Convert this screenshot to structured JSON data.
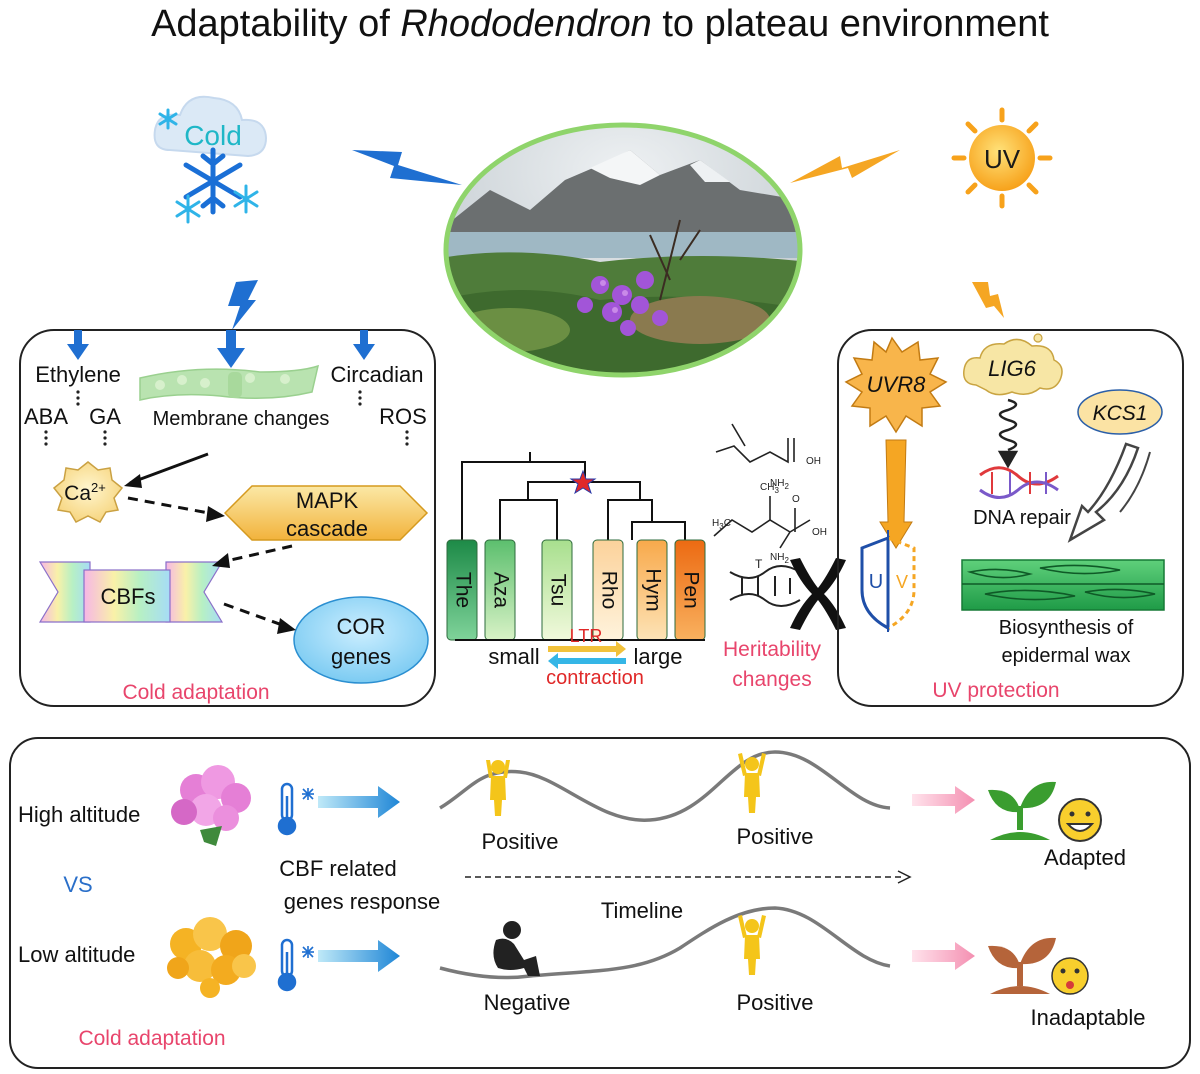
{
  "title": {
    "prefix": "Adaptability of ",
    "italic": "Rhododendron",
    "suffix": " to plateau environment"
  },
  "stress_icons": {
    "cold": "Cold",
    "uv": "UV"
  },
  "cold_panel": {
    "signals": [
      "Ethylene",
      "ABA",
      "GA",
      "Circadian",
      "ROS"
    ],
    "membrane": "Membrane changes",
    "calcium_base": "Ca",
    "calcium_sup": "2+",
    "mapk_line1": "MAPK",
    "mapk_line2": "cascade",
    "cbfs": "CBFs",
    "cor_line1": "COR",
    "cor_line2": "genes",
    "caption": "Cold adaptation"
  },
  "tree_panel": {
    "clades": [
      "The",
      "Aza",
      "Tsu",
      "Rho",
      "Hym",
      "Pen"
    ],
    "scale_small": "small",
    "scale_large": "large",
    "ltr": "LTR",
    "contraction": "contraction",
    "heritability_line1": "Heritability",
    "heritability_line2": "changes",
    "chem_labels": [
      "OH",
      "NH",
      "2",
      "CH",
      "3",
      "H",
      "C",
      "O",
      "T"
    ]
  },
  "uv_panel": {
    "uvr8": "UVR8",
    "lig6": "LIG6",
    "kcs1": "KCS1",
    "dna_repair": "DNA repair",
    "shield_u": "U",
    "shield_v": "V",
    "wax_line1": "Biosynthesis of",
    "wax_line2": "epidermal wax",
    "caption": "UV protection"
  },
  "comparison": {
    "high_altitude": "High altitude",
    "low_altitude": "Low altitude",
    "vs": "VS",
    "cbf_line1": "CBF related",
    "cbf_line2": "genes response",
    "timeline": "Timeline",
    "high_phase1": "Positive",
    "high_phase2": "Positive",
    "low_phase1": "Negative",
    "low_phase2": "Positive",
    "adapted": "Adapted",
    "inadaptable": "Inadaptable",
    "caption": "Cold adaptation"
  },
  "colors": {
    "caption_pink": "#e8456c",
    "arrow_blue": "#1f6fd1",
    "arrow_orange": "#f5a623",
    "plant_green": "#3a9d2f",
    "plant_brown": "#b5643a"
  },
  "icons": [
    "cold-cloud-icon",
    "snowflake-icon",
    "sun-icon",
    "lightning-icon",
    "thermometer-icon",
    "person-icon",
    "sprout-icon",
    "smiley-icon",
    "sad-face-icon",
    "dna-icon",
    "chromosome-icon",
    "shield-icon"
  ]
}
